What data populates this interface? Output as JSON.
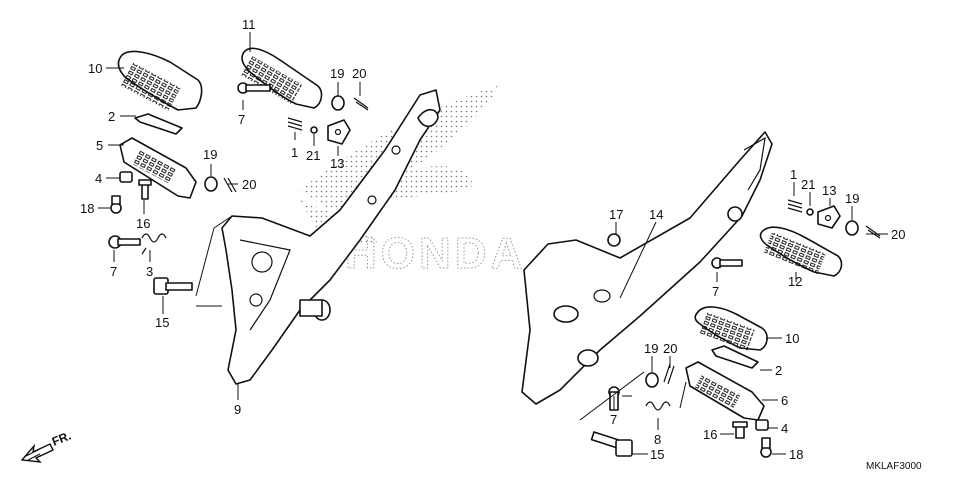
{
  "diagram": {
    "code": "MKLAF3000",
    "direction_label": "FR.",
    "watermark": "HONDA",
    "callouts": [
      {
        "id": "c10a",
        "label": "10"
      },
      {
        "id": "c11a",
        "label": "11"
      },
      {
        "id": "c2a",
        "label": "2"
      },
      {
        "id": "c7a",
        "label": "7"
      },
      {
        "id": "c19a",
        "label": "19"
      },
      {
        "id": "c20a",
        "label": "20"
      },
      {
        "id": "c5a",
        "label": "5"
      },
      {
        "id": "c1a",
        "label": "1"
      },
      {
        "id": "c21a",
        "label": "21"
      },
      {
        "id": "c13a",
        "label": "13"
      },
      {
        "id": "c4a",
        "label": "4"
      },
      {
        "id": "c19b",
        "label": "19"
      },
      {
        "id": "c20b",
        "label": "20"
      },
      {
        "id": "c18a",
        "label": "18"
      },
      {
        "id": "c16a",
        "label": "16"
      },
      {
        "id": "c7b",
        "label": "7"
      },
      {
        "id": "c3a",
        "label": "3"
      },
      {
        "id": "c15a",
        "label": "15"
      },
      {
        "id": "c9a",
        "label": "9"
      },
      {
        "id": "c17a",
        "label": "17"
      },
      {
        "id": "c14a",
        "label": "14"
      },
      {
        "id": "c1b",
        "label": "1"
      },
      {
        "id": "c21b",
        "label": "21"
      },
      {
        "id": "c13b",
        "label": "13"
      },
      {
        "id": "c19c",
        "label": "19"
      },
      {
        "id": "c20c",
        "label": "20"
      },
      {
        "id": "c7c",
        "label": "7"
      },
      {
        "id": "c12a",
        "label": "12"
      },
      {
        "id": "c10b",
        "label": "10"
      },
      {
        "id": "c19d",
        "label": "19"
      },
      {
        "id": "c20d",
        "label": "20"
      },
      {
        "id": "c2b",
        "label": "2"
      },
      {
        "id": "c6a",
        "label": "6"
      },
      {
        "id": "c7d",
        "label": "7"
      },
      {
        "id": "c8a",
        "label": "8"
      },
      {
        "id": "c16b",
        "label": "16"
      },
      {
        "id": "c4b",
        "label": "4"
      },
      {
        "id": "c15b",
        "label": "15"
      },
      {
        "id": "c18b",
        "label": "18"
      }
    ]
  }
}
